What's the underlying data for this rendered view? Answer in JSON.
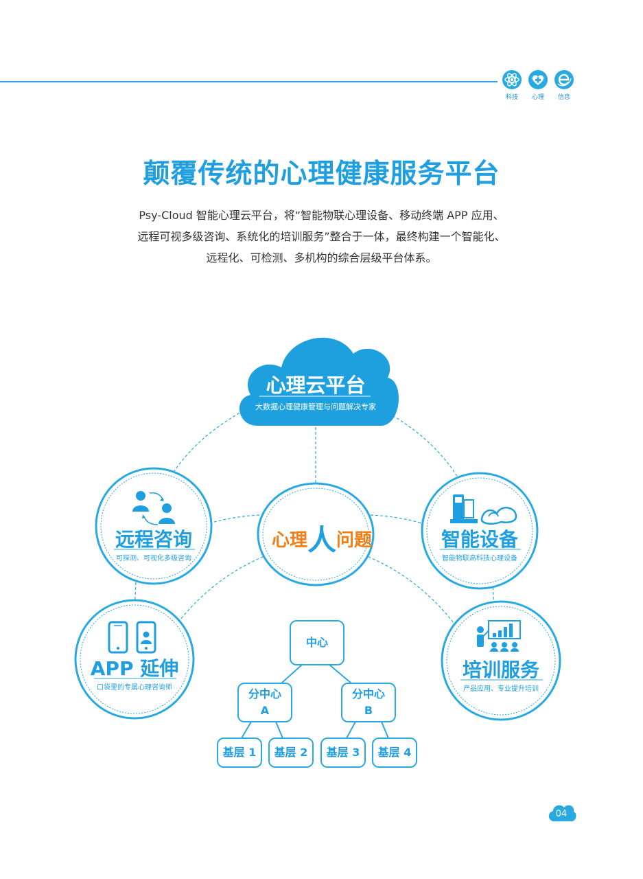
{
  "header": {
    "icons": [
      {
        "icon": "atom-icon",
        "label": "科技"
      },
      {
        "icon": "heart-plus-icon",
        "label": "心理"
      },
      {
        "icon": "e-letter-icon",
        "label": "信息"
      }
    ]
  },
  "title": "颠覆传统的心理健康服务平台",
  "intro": [
    "Psy-Cloud 智能心理云平台，将“智能物联心理设备、移动终端 APP 应用、",
    "远程可视多级咨询、系统化的培训服务”整合于一体，最终构建一个智能化、",
    "远程化、可检测、多机构的综合层级平台体系。"
  ],
  "diagram": {
    "cloud": {
      "title": "心理云平台",
      "subtitle": "大数据心理健康管理与问题解决专家"
    },
    "center": {
      "part1": "心理",
      "part2": "人",
      "part3": "问题"
    },
    "nodes": {
      "remote": {
        "title": "远程咨询",
        "subtitle": "可探测、可视化多级咨询"
      },
      "device": {
        "title": "智能设备",
        "subtitle": "智能物联高科技心理设备"
      },
      "app": {
        "title": "APP 延伸",
        "subtitle": "口袋里的专属心理咨询师"
      },
      "training": {
        "title": "培训服务",
        "subtitle": "产品应用、专业提升培训"
      }
    },
    "hierarchy": {
      "root": "中心",
      "branch_a": {
        "line1": "分中心",
        "line2": "A"
      },
      "branch_b": {
        "line1": "分中心",
        "line2": "B"
      },
      "leaves": [
        "基层 1",
        "基层 2",
        "基层 3",
        "基层 4"
      ]
    }
  },
  "page_number": "04",
  "colors": {
    "primary": "#29a9e1",
    "accent": "#f07f16"
  }
}
